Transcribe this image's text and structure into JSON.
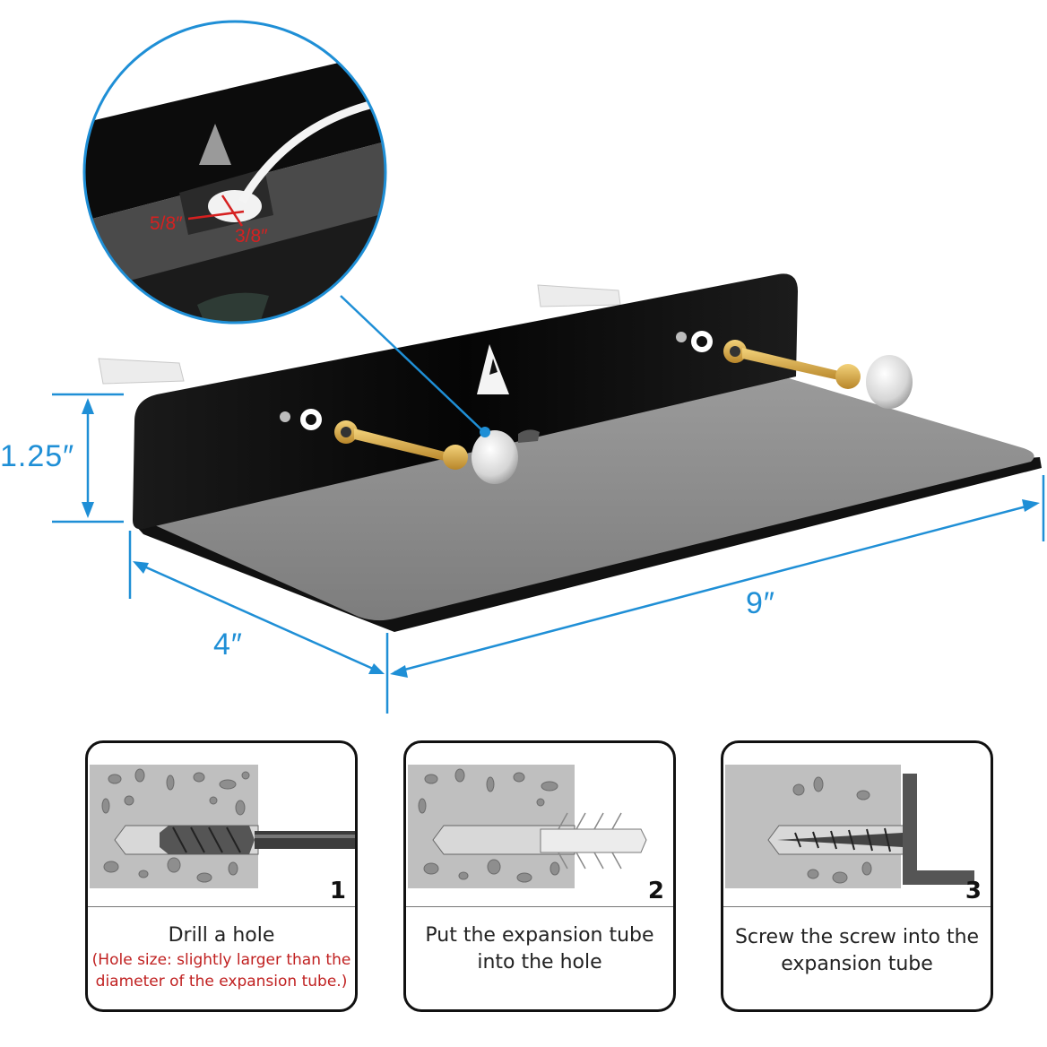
{
  "colors": {
    "accent": "#1f8fd6",
    "red_text": "#c02020",
    "shelf": "#111111",
    "felt": "#8c8c8c"
  },
  "dimensions": {
    "height": "1.25″",
    "depth": "4″",
    "width": "9″",
    "slot_width": "5/8″",
    "slot_height": "3/8″"
  },
  "steps": [
    {
      "number": "1",
      "caption": "Drill a hole",
      "note_line1": "(Hole size: slightly larger than the",
      "note_line2": "diameter of the expansion tube.)"
    },
    {
      "number": "2",
      "caption_line1": "Put the expansion tube",
      "caption_line2": "into the hole"
    },
    {
      "number": "3",
      "caption_line1": "Screw the screw into the",
      "caption_line2": "expansion tube"
    }
  ]
}
